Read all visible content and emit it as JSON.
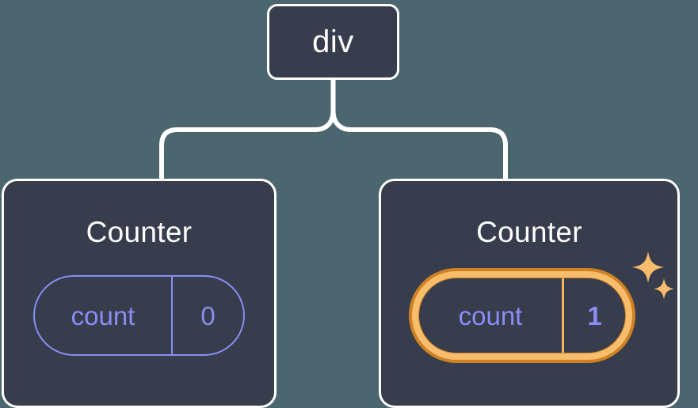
{
  "diagram": {
    "type": "component-tree",
    "background_color": "#4c6670",
    "node_fill": "#373d4c",
    "node_border": "#ffffff",
    "connector_color": "#ffffff",
    "accent_purple": "#8b8df5",
    "highlight_orange_outer": "#cf8223",
    "highlight_orange_inner": "#f8bd6c"
  },
  "root": {
    "label": "div"
  },
  "children": [
    {
      "title": "Counter",
      "state": {
        "key": "count",
        "value": "0"
      },
      "highlighted": false
    },
    {
      "title": "Counter",
      "state": {
        "key": "count",
        "value": "1"
      },
      "highlighted": true,
      "sparkle_icons": [
        "sparkle-large",
        "sparkle-small"
      ]
    }
  ]
}
